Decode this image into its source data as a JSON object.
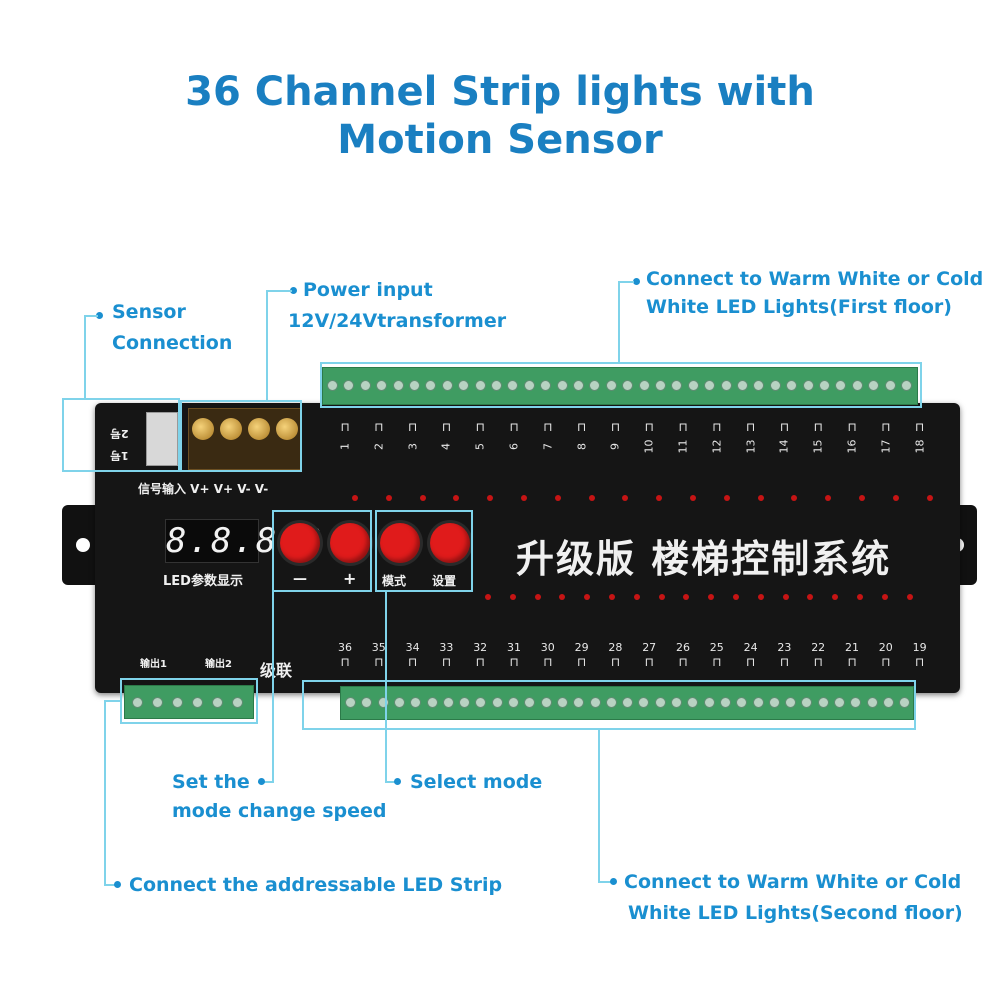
{
  "title": {
    "line1": "36 Channel Strip lights with",
    "line2": "Motion Sensor"
  },
  "callouts": {
    "sensor": {
      "line1": "Sensor",
      "line2": "Connection"
    },
    "power": {
      "line1": "Power input",
      "line2": "12V/24Vtransformer"
    },
    "first_floor": {
      "line1": "Connect to Warm White or Cold",
      "line2": "White LED Lights(First floor)"
    },
    "speed": {
      "line1": "Set the",
      "line2": "mode change speed"
    },
    "mode": {
      "text": "Select mode"
    },
    "addressable": {
      "text": "Connect the addressable LED Strip"
    },
    "second_floor": {
      "line1": "Connect to Warm White or Cold",
      "line2": "White LED Lights(Second floor)"
    }
  },
  "device": {
    "panel_title": "升级版 楼梯控制系统",
    "display_value": "8.8.8.8",
    "display_label": "LED参数显示",
    "power_terminal_labels": "信号输入 V+ V+ V- V-",
    "sensor_labels": [
      "2号",
      "1号"
    ],
    "buttons": [
      {
        "label": "—"
      },
      {
        "label": "+"
      },
      {
        "label": "模式"
      },
      {
        "label": "设置"
      }
    ],
    "output_labels": [
      "输出1",
      "输出2"
    ],
    "cascade_label": "级联",
    "top_channels": [
      "1",
      "2",
      "3",
      "4",
      "5",
      "6",
      "7",
      "8",
      "9",
      "10",
      "11",
      "12",
      "13",
      "14",
      "15",
      "16",
      "17",
      "18"
    ],
    "bottom_channels": [
      "36",
      "35",
      "34",
      "33",
      "32",
      "31",
      "30",
      "29",
      "28",
      "27",
      "26",
      "25",
      "24",
      "23",
      "22",
      "21",
      "20",
      "19"
    ]
  },
  "colors": {
    "accent": "#1a8fd0",
    "title": "#1a7fc1",
    "button": "#e01b1b",
    "led": "#c61414",
    "terminal": "#3f9c62"
  }
}
